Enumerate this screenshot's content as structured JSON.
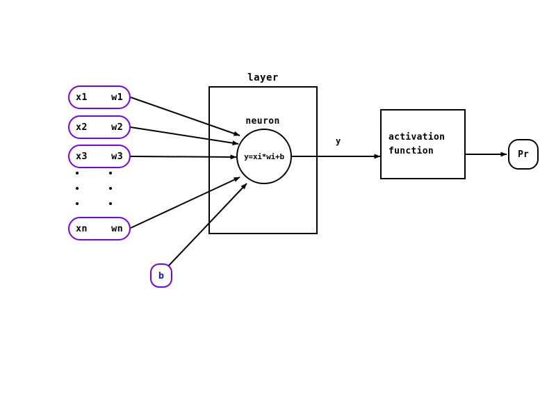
{
  "diagram": {
    "title": "neuron-layer-activation-diagram",
    "background_color": "#ffffff",
    "accent_color": "#7700ee",
    "bias_text_color": "#1414e6",
    "line_color": "#000000"
  },
  "inputs": {
    "nodes": [
      {
        "x_label": "x1",
        "w_label": "w1"
      },
      {
        "x_label": "x2",
        "w_label": "w2"
      },
      {
        "x_label": "x3",
        "w_label": "w3"
      },
      {
        "x_label": "xn",
        "w_label": "wn"
      }
    ],
    "ellipsis_dots": 3
  },
  "bias": {
    "label": "b"
  },
  "layer": {
    "label": "layer"
  },
  "neuron": {
    "label": "neuron",
    "formula": "y=xi*wi+b"
  },
  "edges": {
    "neuron_to_activation_label": "y"
  },
  "activation": {
    "line1": "activation",
    "line2": "function"
  },
  "output": {
    "label": "Pr"
  }
}
